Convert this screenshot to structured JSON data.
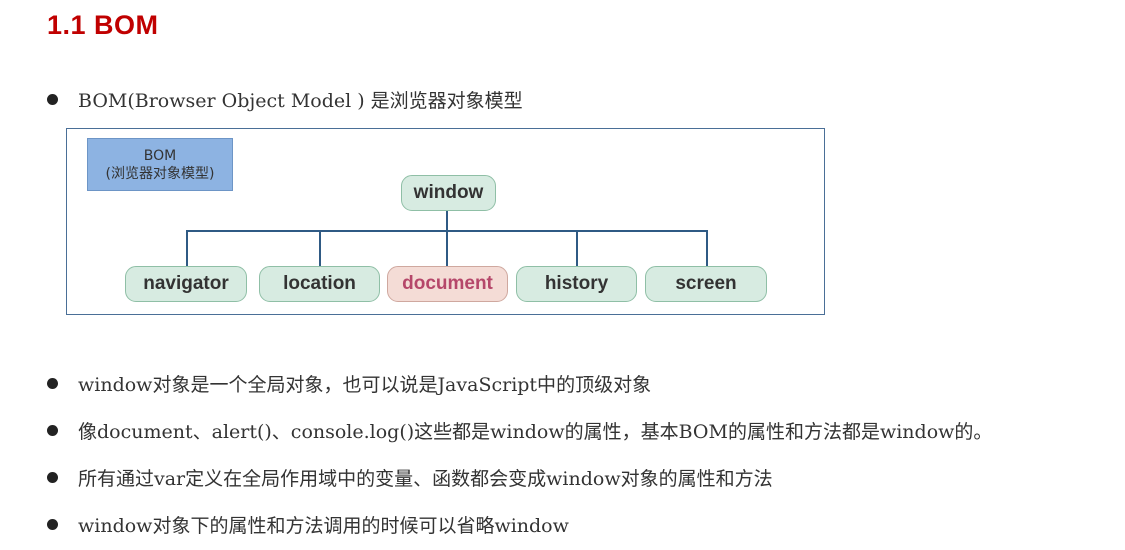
{
  "heading": "1.1 BOM",
  "bullets": {
    "first": "BOM(Browser Object Model ) 是浏览器对象模型",
    "second": "window对象是一个全局对象，也可以说是JavaScript中的顶级对象",
    "third": "像document、alert()、console.log()这些都是window的属性，基本BOM的属性和方法都是window的。",
    "fourth": "所有通过var定义在全局作用域中的变量、函数都会变成window对象的属性和方法",
    "fifth": "window对象下的属性和方法调用的时候可以省略window"
  },
  "diagram": {
    "label_line1": "BOM",
    "label_line2": "(浏览器对象模型)",
    "root": "window",
    "children": [
      "navigator",
      "location",
      "document",
      "history",
      "screen"
    ],
    "colors": {
      "node_fill": "#d7ebe1",
      "highlight_fill": "#f4dcd6",
      "highlight_text": "#b5476a",
      "label_fill": "#8db3e2",
      "lines": "#2f5a84"
    }
  }
}
